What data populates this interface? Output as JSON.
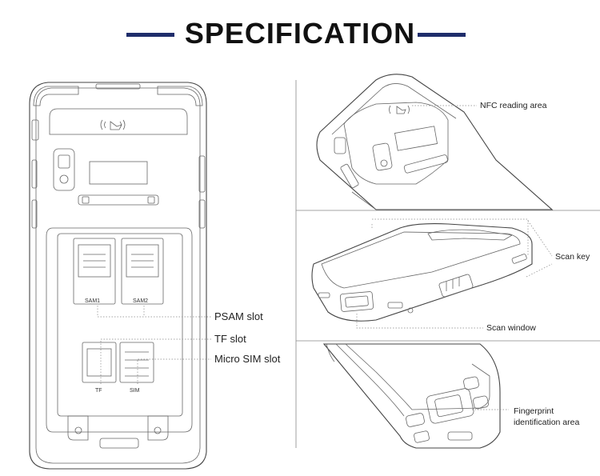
{
  "title": "SPECIFICATION",
  "labels": {
    "psam_slot": "PSAM slot",
    "tf_slot": "TF slot",
    "micro_sim_slot": "Micro SIM slot",
    "nfc_reading_area": "NFC reading area",
    "scan_key": "Scan key",
    "scan_window": "Scan window",
    "fingerprint_line1": "Fingerprint",
    "fingerprint_line2": "identification area"
  },
  "device_markings": {
    "sam1": "SAM1",
    "sam2": "SAM2",
    "tf": "TF",
    "sim": "SIM"
  },
  "colors": {
    "accent_bar": "#1f2d6b",
    "line": "#444444"
  }
}
